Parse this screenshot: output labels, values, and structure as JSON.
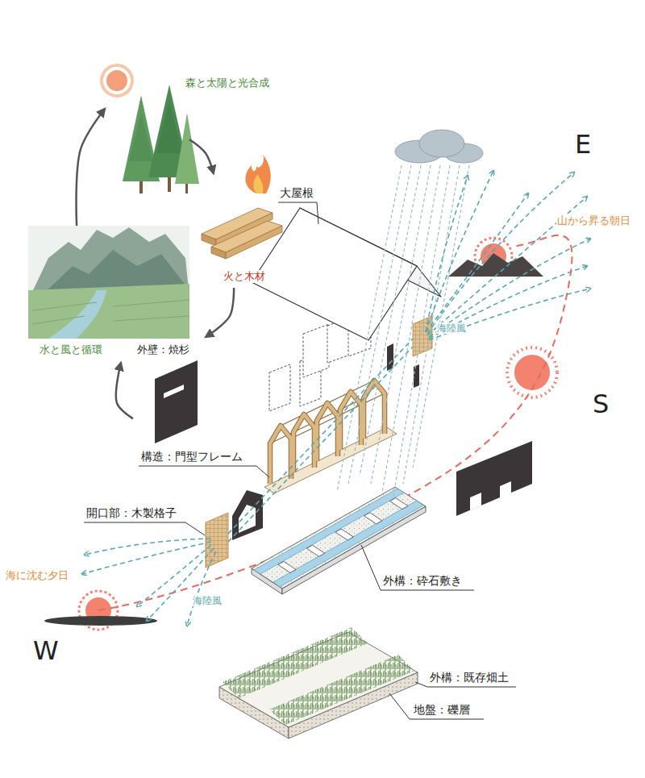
{
  "diagram": {
    "nodes": [
      {
        "text": [
          "森と太陽と光合成"
        ]
      },
      {
        "text": [
          "火と木材"
        ]
      },
      {
        "text": [
          "外壁：焼杉"
        ]
      },
      {
        "text": [
          "水と風と循環"
        ]
      }
    ],
    "edges": [
      {
        "from": 0,
        "to": 1,
        "arrow": "to"
      },
      {
        "from": 1,
        "to": 2,
        "arrow": "to"
      },
      {
        "from": 2,
        "to": 3,
        "arrow": "to"
      },
      {
        "from": 3,
        "to": 0,
        "arrow": "to"
      }
    ],
    "labels": [
      "大屋根",
      "構造：門型フレーム",
      "開口部：木製格子",
      "外構：砕石敷き",
      "外構：既存畑土",
      "地盤：礫層",
      "E",
      "S",
      "W",
      "山から昇る朝日",
      "海陸風",
      "海陸風",
      "海に沈む夕日"
    ]
  }
}
